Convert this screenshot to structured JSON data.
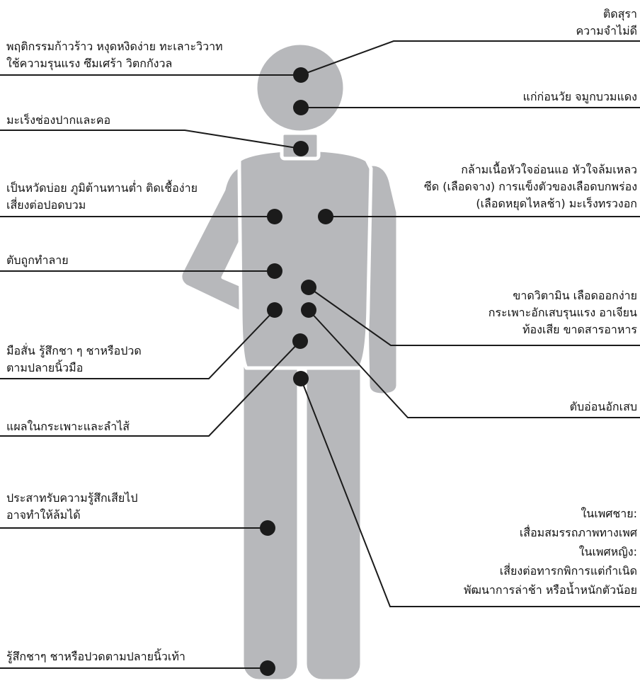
{
  "colors": {
    "body": "#b7b8bb",
    "outline": "#ffffff",
    "dot": "#1b1b1b",
    "line": "#1b1b1b",
    "background": "#ffffff"
  },
  "labels": {
    "alcohol": [
      "ติดสุรา",
      "ความจำไม่ดี"
    ],
    "behavior": [
      "พฤติกรรมก้าวร้าว หงุดหงิดง่าย ทะเลาะวิวาท",
      "ใช้ความรุนแรง ซึมเศร้า วิตกกังวล"
    ],
    "aging": [
      "แก่ก่อนวัย จมูกบวมแดง"
    ],
    "throat": [
      "มะเร็งช่องปากและคอ"
    ],
    "heart": [
      "กล้ามเนื้อหัวใจอ่อนแอ หัวใจล้มเหลว",
      "ซีด (เลือดจาง) การแข็งตัวของเลือดบกพร่อง",
      "(เลือดหยุดไหลช้า) มะเร็งทรวงอก"
    ],
    "lungs": [
      "เป็นหวัดบ่อย ภูมิต้านทานต่ำ ติดเชื้อง่าย",
      "เสี่ยงต่อปอดบวม"
    ],
    "liver": [
      "ตับถูกทำลาย"
    ],
    "stomach": [
      "ขาดวิตามิน เลือดออกง่าย",
      "กระเพาะอักเสบรุนแรง อาเจียน",
      "ท้องเสีย ขาดสารอาหาร"
    ],
    "hands": [
      "มือสั่น รู้สึกชา ๆ ชาหรือปวด",
      "ตามปลายนิ้วมือ"
    ],
    "pancreas": [
      "ตับอ่อนอักเสบ"
    ],
    "ulcer": [
      "แผลในกระเพาะและลำไส้"
    ],
    "nerves": [
      "ประสาทรับความรู้สึกเสียไป",
      "อาจทำให้ล้มได้"
    ],
    "sexual": [
      "ในเพศชาย:",
      "เสื่อมสมรรถภาพทางเพศ",
      "ในเพศหญิง:",
      "เสี่ยงต่อทารกพิการแต่กำเนิด",
      "พัฒนาการล่าช้า หรือน้ำหนักตัวน้อย"
    ],
    "feet": [
      "รู้สึกชาๆ ชาหรือปวดตามปลายนิ้วเท้า"
    ]
  }
}
